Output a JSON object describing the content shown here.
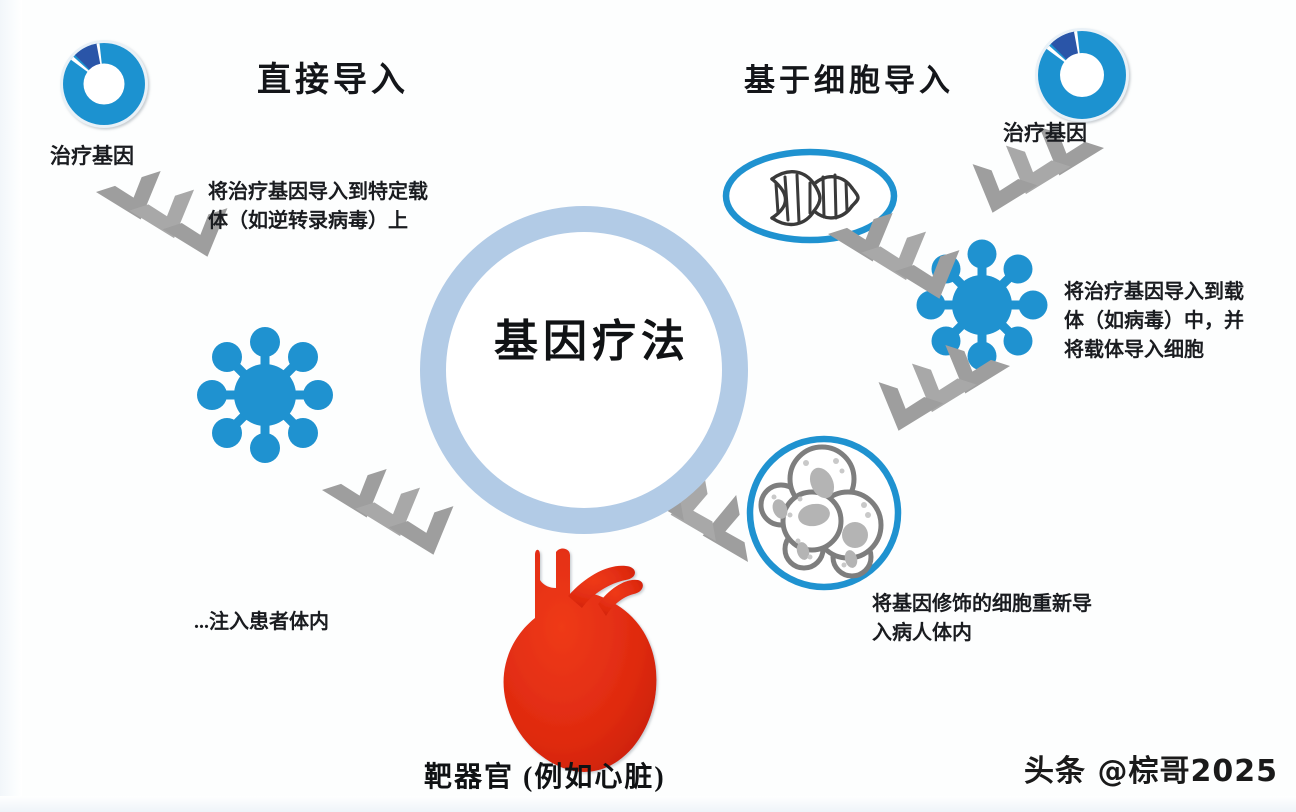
{
  "diagram": {
    "center_label": "基因疗法",
    "headings": {
      "left": "直接导入",
      "right": "基于细胞导入"
    },
    "labels": {
      "gene_left": "治疗基因",
      "gene_right": "治疗基因"
    },
    "notes": {
      "left_step": "将治疗基因导入到特定载\n体（如逆转录病毒）上",
      "left_inject": "...注入患者体内",
      "right_step": "将治疗基因导入到载\n体（如病毒）中，并\n将载体导入细胞",
      "right_reinfuse": "将基因修饰的细胞重新导\n入病人体内"
    },
    "caption": "靶器官 (例如心脏)",
    "watermark": "头条 @棕哥2025",
    "icons": {
      "plasmid_left": "plasmid-donut-icon",
      "plasmid_right": "plasmid-donut-icon",
      "virus_left": "virus-particle-icon",
      "virus_right": "virus-particle-icon",
      "dna_oval": "dna-helix-icon",
      "cell_cluster": "cell-cluster-icon",
      "heart": "heart-organ-icon",
      "arrows": "chevron-arrow-icon"
    },
    "colors": {
      "ring": "#b2cbe6",
      "blue": "#1f92d0",
      "navy": "#2a54a8",
      "arrow_gray": "#9b9b9b",
      "heart_red": "#df2a10",
      "cell_outline": "#7e7e7e",
      "text": "#14161a"
    }
  }
}
